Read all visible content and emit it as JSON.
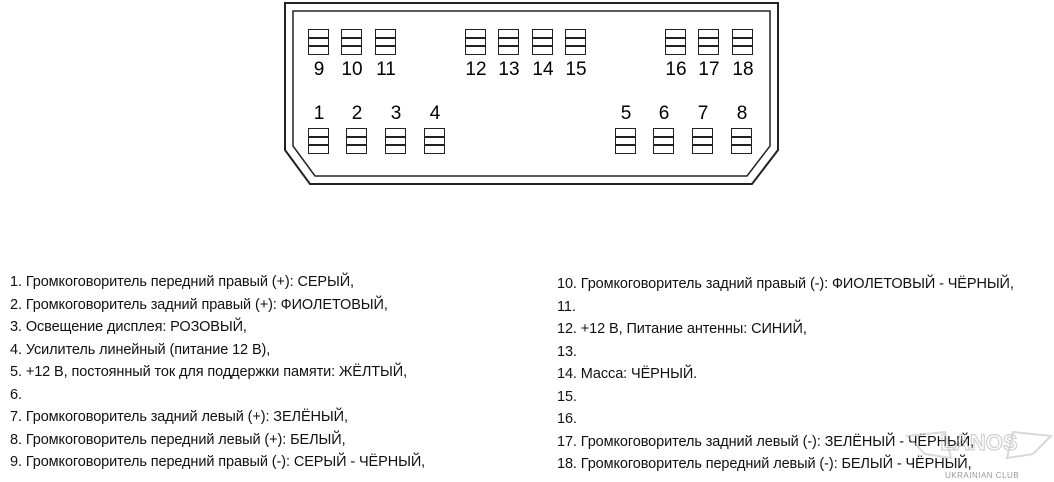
{
  "connector": {
    "top_row": [
      "9",
      "10",
      "11",
      "12",
      "13",
      "14",
      "15",
      "16",
      "17",
      "18"
    ],
    "bottom_row": [
      "1",
      "2",
      "3",
      "4",
      "5",
      "6",
      "7",
      "8"
    ]
  },
  "pinout_left": [
    "1. Громкоговоритель передний правый (+): СЕРЫЙ,",
    "2. Громкоговоритель задний правый (+): ФИОЛЕТОВЫЙ,",
    "3. Освещение дисплея: РОЗОВЫЙ,",
    "4. Усилитель линейный (питание 12 В),",
    "5. +12 В, постоянный ток для поддержки памяти: ЖЁЛТЫЙ,",
    "6.",
    "7. Громкоговоритель задний левый (+): ЗЕЛЁНЫЙ,",
    "8. Громкоговоритель передний левый (+): БЕЛЫЙ,",
    "9. Громкоговоритель передний правый (-): СЕРЫЙ - ЧЁРНЫЙ,"
  ],
  "pinout_right": [
    "10. Громкоговоритель задний правый (-): ФИОЛЕТОВЫЙ - ЧЁРНЫЙ,",
    "11.",
    "12. +12 В, Питание антенны: СИНИЙ,",
    "13.",
    "14. Масса: ЧЁРНЫЙ.",
    "15.",
    "16.",
    "17. Громкоговоритель задний левый (-): ЗЕЛЁНЫЙ - ЧЁРНЫЙ,",
    "18. Громкоговоритель передний левый (-): БЕЛЫЙ - ЧЁРНЫЙ,"
  ],
  "watermark": {
    "logo": "LANOS",
    "subtitle": "UKRAINIAN CLUB"
  }
}
